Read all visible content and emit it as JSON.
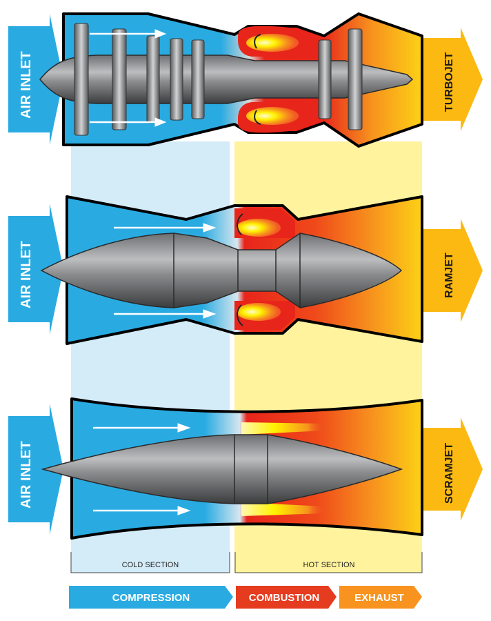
{
  "inlet_label": "AIR INLET",
  "engines": [
    {
      "name": "TURBOJET"
    },
    {
      "name": "RAMJET"
    },
    {
      "name": "SCRAMJET"
    }
  ],
  "sections": {
    "cold": "COLD SECTION",
    "hot": "HOT SECTION"
  },
  "phases": {
    "compression": "COMPRESSION",
    "combustion": "COMBUSTION",
    "exhaust": "EXHAUST"
  },
  "colors": {
    "cold": "#29abe2",
    "cold_light": "#d4ebf8",
    "hot_light": "#fff39e",
    "combustion": "#e53b1e",
    "exhaust": "#f7931e",
    "engine_name_arrow": "#fbb912"
  }
}
